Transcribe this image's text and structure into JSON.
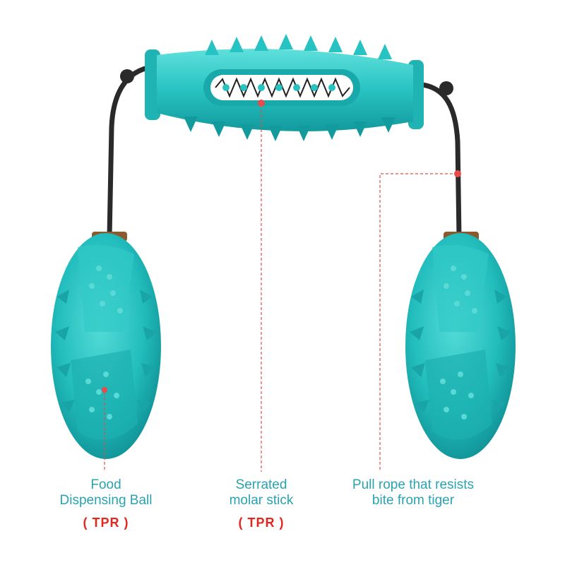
{
  "colors": {
    "toy": "#27c3c2",
    "toy_dark": "#15a0a3",
    "toy_light": "#6fe0dc",
    "rope": "#2a2a2a",
    "cap": "#8a5a2e",
    "caption": "#2aa3b0",
    "material": "#e32620",
    "callout": "#e94a4a"
  },
  "labels": {
    "ball": {
      "line1": "Food",
      "line2": "Dispensing Ball",
      "material": "( TPR )"
    },
    "stick": {
      "line1": "Serrated",
      "line2": "molar stick",
      "material": "( TPR )"
    },
    "rope": {
      "line1": "Pull rope that resists",
      "line2": "bite from tiger"
    }
  }
}
